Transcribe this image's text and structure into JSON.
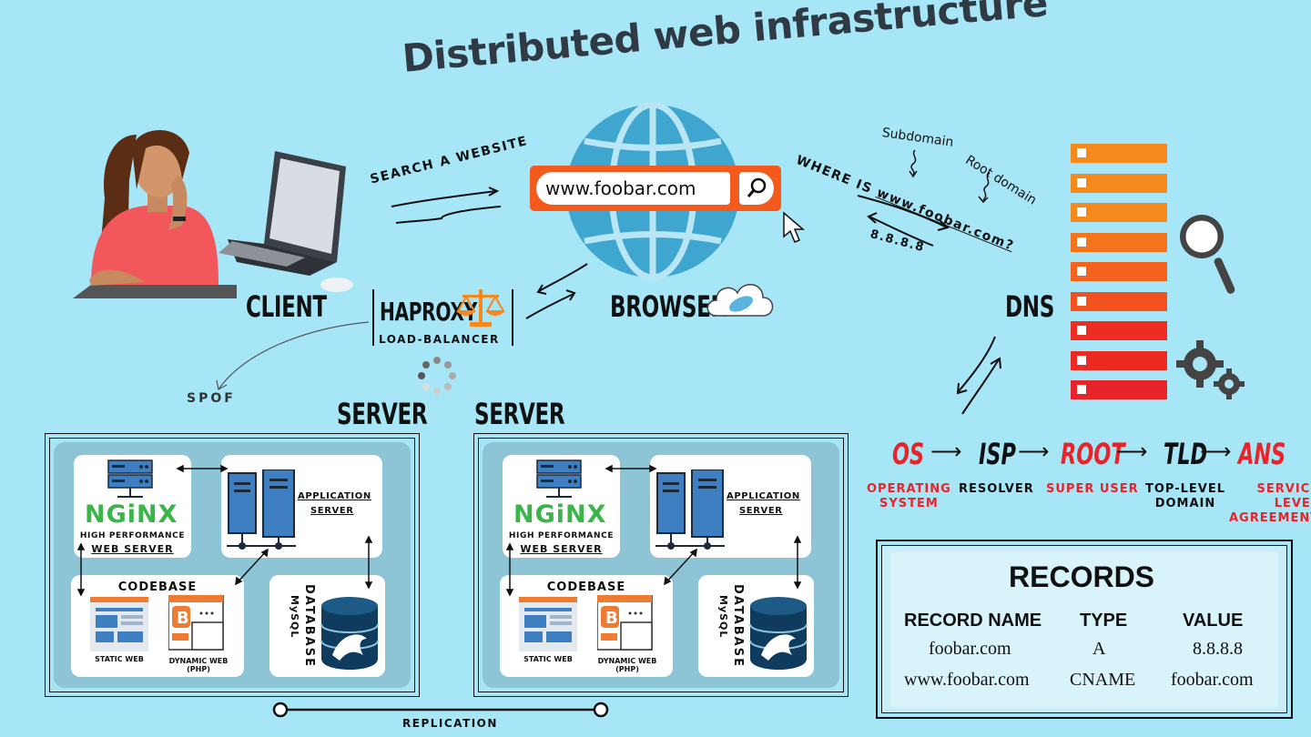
{
  "title": "Distributed web infrastructure",
  "client": {
    "label": "CLIENT"
  },
  "search_text": "SEARCH A WEBSITE",
  "browser": {
    "label": "BROWSER",
    "url": "www.foobar.com"
  },
  "haproxy": {
    "name": "HAPROXY",
    "sub": "LOAD-BALANCER"
  },
  "spof": "SPOF",
  "dns": {
    "label": "DNS",
    "question": "WHERE IS www.foobar.com?",
    "question_plain": "WHERE IS ",
    "question_host": "www.foobar.com?",
    "answer": "8.8.8.8",
    "subdomain": "Subdomain",
    "root_domain": "Root domain",
    "chain": [
      {
        "abbr": "OS",
        "desc": "OPERATING\nSYSTEM",
        "color": "#e8242a"
      },
      {
        "abbr": "ISP",
        "desc": "RESOLVER",
        "color": "#111111"
      },
      {
        "abbr": "ROOT",
        "desc": "SUPER USER",
        "color": "#e8242a"
      },
      {
        "abbr": "TLD",
        "desc": "TOP-LEVEL\nDOMAIN",
        "color": "#111111"
      },
      {
        "abbr": "ANS",
        "desc": "SERVICE\nLEVEL\nAGREEMENT",
        "color": "#e8242a"
      }
    ],
    "arrow": "⟶"
  },
  "servers": [
    {
      "label": "SERVER",
      "nginx": "NGiNX",
      "web_server_top": "HIGH PERFORMANCE",
      "web_server_bottom": "WEB SERVER",
      "app_server_top": "APPLICATION",
      "app_server_bottom": "SERVER",
      "codebase": "CODEBASE",
      "static_web": "STATIC WEB",
      "dynamic_web": "DYNAMIC WEB\n(PHP)",
      "database_top": "DATABASE",
      "database_bottom": "MySQL"
    },
    {
      "label": "SERVER",
      "nginx": "NGiNX",
      "web_server_top": "HIGH PERFORMANCE",
      "web_server_bottom": "WEB SERVER",
      "app_server_top": "APPLICATION",
      "app_server_bottom": "SERVER",
      "codebase": "CODEBASE",
      "static_web": "STATIC WEB",
      "dynamic_web": "DYNAMIC WEB\n(PHP)",
      "database_top": "DATABASE",
      "database_bottom": "MySQL"
    }
  ],
  "replication": "REPLICATION",
  "records": {
    "title": "RECORDS",
    "headers": [
      "RECORD NAME",
      "TYPE",
      "VALUE"
    ],
    "rows": [
      [
        "foobar.com",
        "A",
        "8.8.8.8"
      ],
      [
        "www.foobar.com",
        "CNAME",
        "foobar.com"
      ]
    ]
  },
  "icons": [
    "woman-icon",
    "laptop-icon",
    "mouse-icon",
    "globe-icon",
    "search-icon",
    "cursor-icon",
    "scale-icon",
    "loading-icon",
    "cloud-icon",
    "magnifier-icon",
    "gears-icon",
    "server-rack-icon",
    "server-tower-icon",
    "database-icon"
  ],
  "colors": {
    "background": "#a6e6f6",
    "orange": "#f5891e",
    "red": "#e8242a",
    "globe": "#3fa6d0",
    "panel": "#8dc4d6"
  }
}
